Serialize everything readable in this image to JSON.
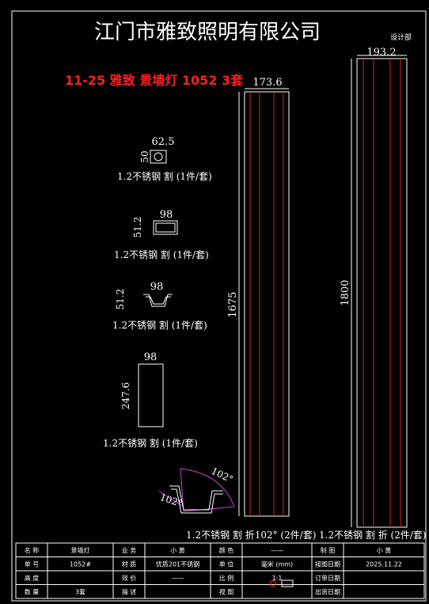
{
  "drawing": {
    "company": "江门市雅致照明有限公司",
    "department": "设计部",
    "order_title": "11-25 雅致 景墙灯 1052 3套",
    "colors": {
      "background": "#000000",
      "line": "#ffffff",
      "accent_red": "#ff2020",
      "inner_red": "#e02020",
      "magenta": "#d040d0"
    }
  },
  "parts": [
    {
      "id": "square-tube",
      "dims": [
        "62.5",
        "50"
      ],
      "label": "1.2不锈钢 割 (1件/套)"
    },
    {
      "id": "rect-tube",
      "dims": [
        "98",
        "51.2"
      ],
      "label": "1.2不锈钢 割 (1件/套)"
    },
    {
      "id": "channel",
      "dims": [
        "98",
        "51.2"
      ],
      "label": "1.2不锈钢 割 (1件/套)"
    },
    {
      "id": "plate",
      "dims": [
        "98",
        "247.6"
      ],
      "label": "1.2不锈钢 割 (1件/套)"
    },
    {
      "id": "angle-detail",
      "dims": [
        "102°",
        "102°"
      ]
    },
    {
      "id": "panel-left",
      "dims": [
        "173.6",
        "1675"
      ],
      "label": "1.2不锈钢 割 折102° (2件/套)"
    },
    {
      "id": "panel-right",
      "dims": [
        "193.2",
        "1800"
      ],
      "label": "1.2不锈钢 割 折 (2件/套)"
    }
  ],
  "title_block": {
    "rows": [
      [
        {
          "k": "名 称",
          "v": "景墙灯"
        },
        {
          "k": "业 务",
          "v": "小 黄"
        },
        {
          "k": "颜 色",
          "v": "——"
        },
        {
          "k": "制 图",
          "v": "小 黄"
        }
      ],
      [
        {
          "k": "单 号",
          "v": "1052#"
        },
        {
          "k": "材 质",
          "v": "优质201不锈钢"
        },
        {
          "k": "单 位",
          "v": "毫米 (mm)"
        },
        {
          "k": "接图日期",
          "v": "2025.11.22"
        }
      ],
      [
        {
          "k": "高 度",
          "v": ""
        },
        {
          "k": "效 价",
          "v": "——"
        },
        {
          "k": "比 例",
          "v": "1:1"
        },
        {
          "k": "订单日期",
          "v": ""
        }
      ],
      [
        {
          "k": "数 量",
          "v": "3套"
        },
        {
          "k": "描 述",
          "v": ""
        },
        {
          "k": "视 图",
          "v": ""
        },
        {
          "k": "出货日期",
          "v": ""
        }
      ]
    ]
  }
}
